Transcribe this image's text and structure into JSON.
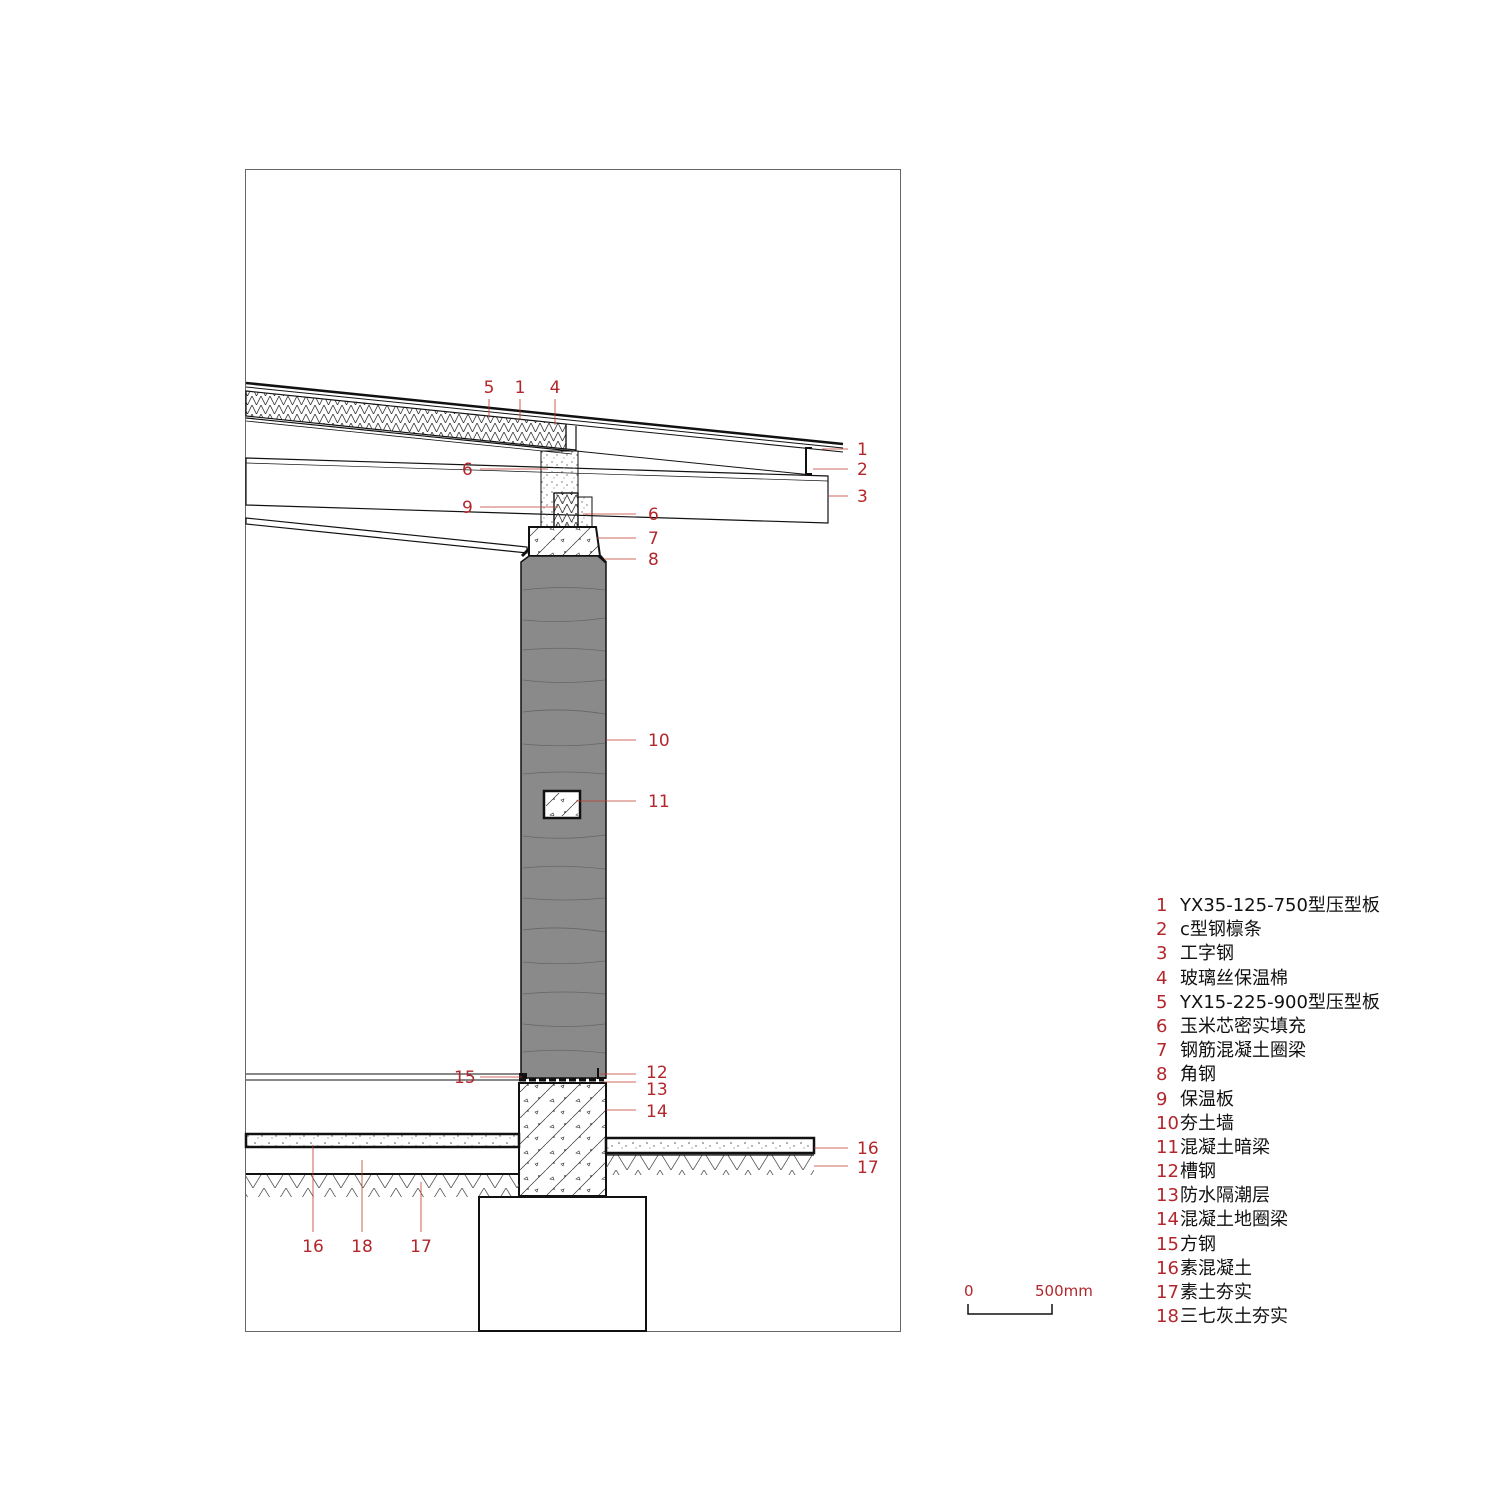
{
  "callouts": [
    {
      "id": "c5",
      "text": "5"
    },
    {
      "id": "c1a",
      "text": "1"
    },
    {
      "id": "c4",
      "text": "4"
    },
    {
      "id": "c1b",
      "text": "1"
    },
    {
      "id": "c2",
      "text": "2"
    },
    {
      "id": "c3",
      "text": "3"
    },
    {
      "id": "c6a",
      "text": "6"
    },
    {
      "id": "c9",
      "text": "9"
    },
    {
      "id": "c6b",
      "text": "6"
    },
    {
      "id": "c7",
      "text": "7"
    },
    {
      "id": "c8",
      "text": "8"
    },
    {
      "id": "c10",
      "text": "10"
    },
    {
      "id": "c11",
      "text": "11"
    },
    {
      "id": "c12",
      "text": "12"
    },
    {
      "id": "c15",
      "text": "15"
    },
    {
      "id": "c13",
      "text": "13"
    },
    {
      "id": "c14",
      "text": "14"
    },
    {
      "id": "c16a",
      "text": "16"
    },
    {
      "id": "c17a",
      "text": "17"
    },
    {
      "id": "c16b",
      "text": "16"
    },
    {
      "id": "c18",
      "text": "18"
    },
    {
      "id": "c17b",
      "text": "17"
    }
  ],
  "scale_bar": {
    "start": "0",
    "end": "500mm"
  },
  "legend": [
    {
      "num": "1",
      "text": "YX35-125-750型压型板"
    },
    {
      "num": "2",
      "text": "c型钢檩条"
    },
    {
      "num": "3",
      "text": "工字钢"
    },
    {
      "num": "4",
      "text": "玻璃丝保温棉"
    },
    {
      "num": "5",
      "text": "YX15-225-900型压型板"
    },
    {
      "num": "6",
      "text": "玉米芯密实填充"
    },
    {
      "num": "7",
      "text": "钢筋混凝土圈梁"
    },
    {
      "num": "8",
      "text": "角钢"
    },
    {
      "num": "9",
      "text": "保温板"
    },
    {
      "num": "10",
      "text": "夯土墙"
    },
    {
      "num": "11",
      "text": "混凝土暗梁"
    },
    {
      "num": "12",
      "text": "槽钢"
    },
    {
      "num": "13",
      "text": "防水隔潮层"
    },
    {
      "num": "14",
      "text": "混凝土地圈梁"
    },
    {
      "num": "15",
      "text": "方钢"
    },
    {
      "num": "16",
      "text": "素混凝土"
    },
    {
      "num": "17",
      "text": "素土夯实"
    },
    {
      "num": "18",
      "text": "三七灰土夯实"
    }
  ],
  "colors": {
    "callout": "#b3262b",
    "line": "#111111",
    "wall": "#8a8a8a",
    "leader": "#c0392b"
  }
}
